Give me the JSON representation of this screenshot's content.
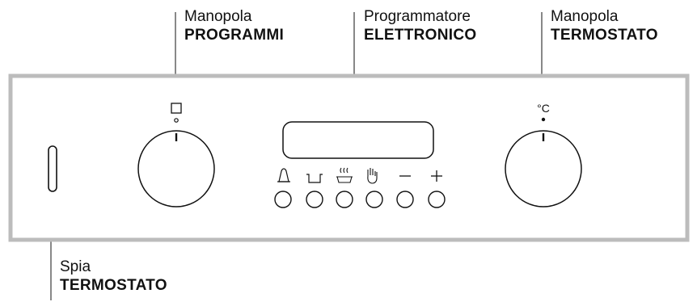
{
  "callouts": {
    "programmi": {
      "line1": "Manopola",
      "line2": "PROGRAMMI"
    },
    "programmatore": {
      "line1": "Programmatore",
      "line2": "ELETTRONICO"
    },
    "termostato_knob": {
      "line1": "Manopola",
      "line2": "TERMOSTATO"
    },
    "spia": {
      "line1": "Spia",
      "line2": "TERMOSTATO"
    }
  },
  "knob_symbols": {
    "thermostat_unit": "°C"
  },
  "buttons": [
    {
      "icon": "bell-icon"
    },
    {
      "icon": "pan-icon"
    },
    {
      "icon": "cooking-end-icon"
    },
    {
      "icon": "manual-hand-icon"
    },
    {
      "icon": "minus-icon"
    },
    {
      "icon": "plus-icon"
    }
  ],
  "colors": {
    "panel_border": "#bcbcbc",
    "ink": "#111111"
  }
}
